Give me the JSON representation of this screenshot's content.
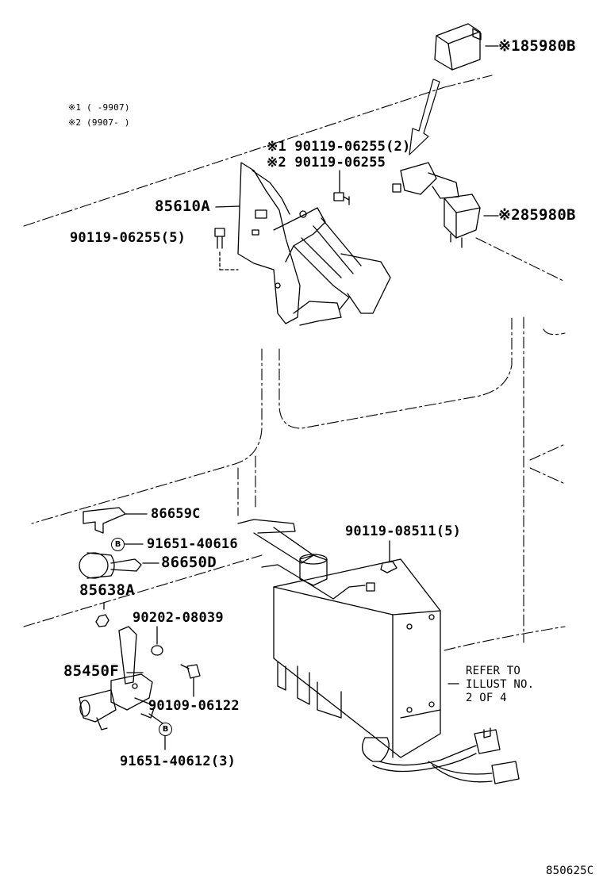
{
  "notes": {
    "note1": "※1 (     -9907)",
    "note2": "※2 (9907-      )"
  },
  "labels": {
    "p85980B_1": "※185980B",
    "p85980B_2": "※285980B",
    "p90119_06255_2": "※1 90119-06255(2)",
    "p90119_06255": "※2 90119-06255",
    "p85610A": "85610A",
    "p90119_06255_5": "90119-06255(5)",
    "p86659C": "86659C",
    "p91651_40616": "91651-40616",
    "p86650D": "86650D",
    "p85638A": "85638A",
    "p90202_08039": "90202-08039",
    "p85450F": "85450F",
    "p90109_06122": "90109-06122",
    "p91651_40612_3": "91651-40612(3)",
    "p90119_08511_5": "90119-08511(5)",
    "refer": "REFER TO\nILLUST NO.\n2 OF 4",
    "bolt_mark": "B",
    "page_number": "850625C"
  }
}
